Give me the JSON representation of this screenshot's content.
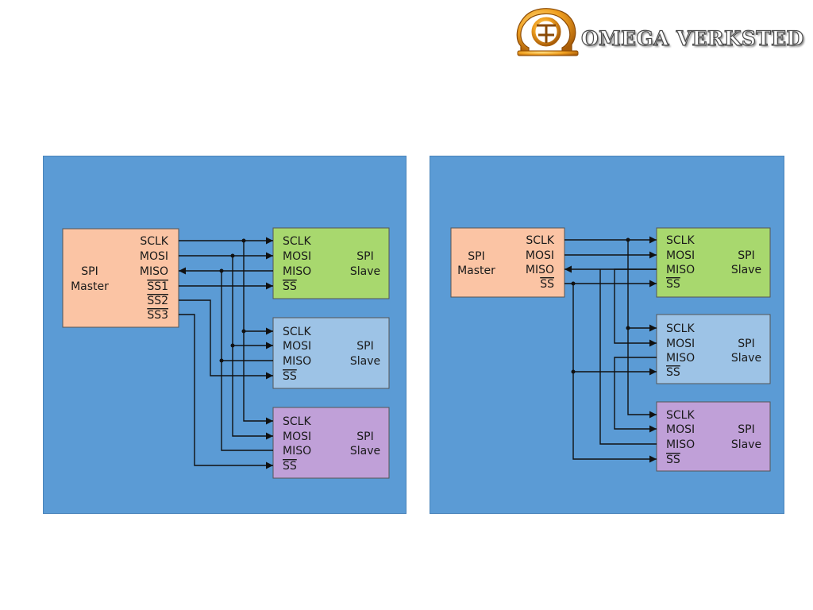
{
  "logo": {
    "text": "OMEGA VERKSTED"
  },
  "colors": {
    "panel": "#5b9bd5",
    "master": "#fbc4a4",
    "slave1": "#a8d86e",
    "slave2": "#9dc3e6",
    "slave3": "#c0a0d8",
    "wire": "#111111"
  },
  "labels": {
    "spi": "SPI",
    "master": "Master",
    "slave": "Slave",
    "sclk": "SCLK",
    "mosi": "MOSI",
    "miso": "MISO",
    "ss": "SS",
    "ss1": "SS1",
    "ss2": "SS2",
    "ss3": "SS3"
  }
}
